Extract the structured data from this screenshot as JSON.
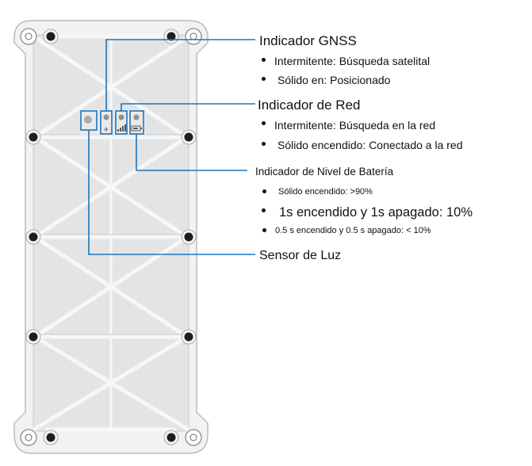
{
  "labels": {
    "gnss": {
      "title": "Indicador GNSS",
      "items": [
        "Intermitente: Búsqueda satelital",
        "Sólido en: Posicionado"
      ]
    },
    "network": {
      "title": "Indicador de Red",
      "items": [
        "Intermitente: Búsqueda en la red",
        "Sólido encendido: Conectado a la red"
      ]
    },
    "battery": {
      "title": "Indicador de Nivel de Batería",
      "items": [
        "Sólido encendido: >90%",
        "1s encendido y 1s apagado: 10%",
        "0.5 s encendido y 0.5 s apagado: < 10%"
      ]
    },
    "light_sensor": {
      "title": "Sensor de Luz"
    }
  },
  "colors": {
    "callout_line": "#1b75bc",
    "device_fill": "#e3e4e5",
    "device_frame": "#f2f2f2",
    "device_edge": "#b9bbbd",
    "screw": "#1e1e1e"
  },
  "icons": {
    "gnss_led": "satellite-icon",
    "network_led": "signal-bars-icon",
    "battery_led": "battery-icon"
  }
}
